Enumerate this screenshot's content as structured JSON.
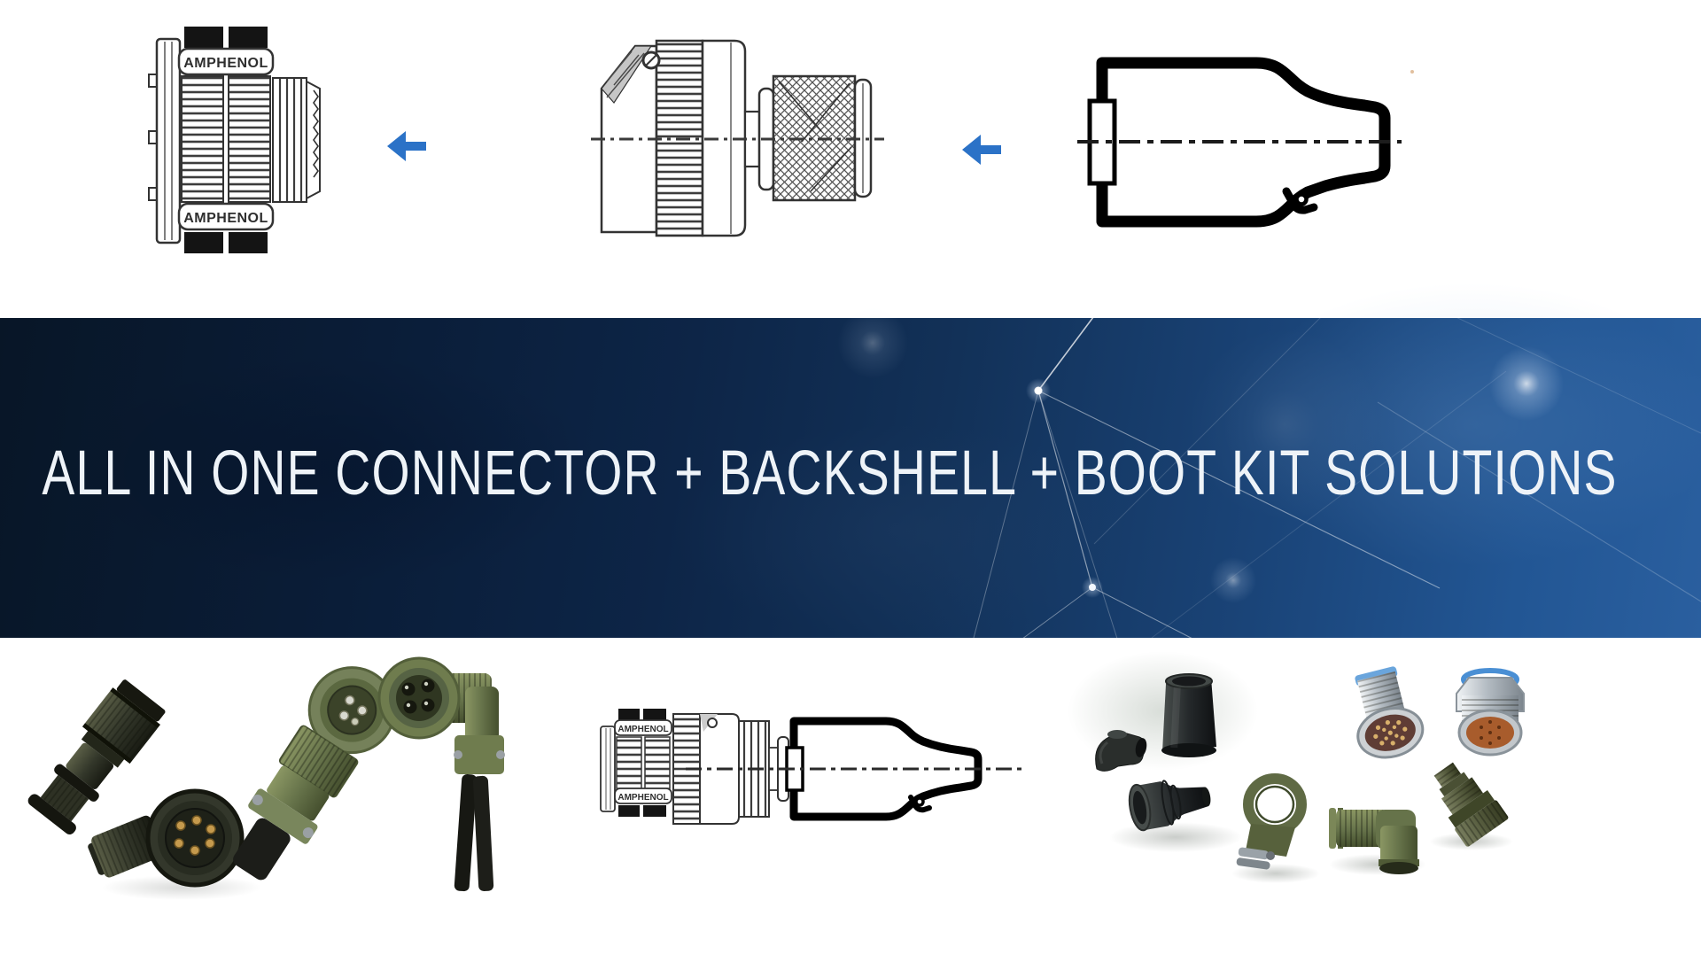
{
  "top_diagram": {
    "brand_text": "AMPHENOL",
    "arrow_color": "#2b72c7",
    "steps": [
      {
        "name": "connector-rear-view-drawing"
      },
      {
        "name": "backshell-drawing"
      },
      {
        "name": "heat-shrink-boot-drawing"
      }
    ]
  },
  "banner": {
    "title": "ALL IN ONE CONNECTOR + BACKSHELL + BOOT KIT SOLUTIONS",
    "text_color": "#eef3f8",
    "bg_left": "#081627",
    "bg_right": "#2a5f9f"
  },
  "bottom_section": {
    "assembled_drawing": {
      "brand_text": "AMPHENOL"
    }
  }
}
